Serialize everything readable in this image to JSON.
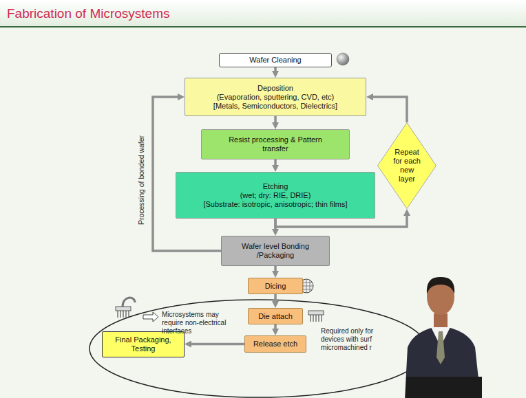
{
  "diagram": {
    "title": "Fabrication of Microsystems",
    "nodes": [
      {
        "text": [
          "Wafer Cleaning"
        ]
      },
      {
        "text": [
          "Deposition",
          "(Evaporation, sputtering, CVD, etc)",
          "[Metals, Semiconductors, Dielectrics]"
        ]
      },
      {
        "text": [
          "Resist processing & Pattern transfer"
        ]
      },
      {
        "text": [
          "Etching",
          "(wet; dry: RIE, DRIE)",
          "[Substrate: isotropic, anisotropic; thin films]"
        ]
      },
      {
        "text": [
          "Repeat for each new layer"
        ]
      },
      {
        "text": [
          "Wafer level Bonding /Packaging"
        ]
      },
      {
        "text": [
          "Dicing"
        ]
      },
      {
        "text": [
          "Die attach"
        ]
      },
      {
        "text": [
          "Release etch"
        ]
      },
      {
        "text": [
          "Final Packaging, Testing"
        ]
      }
    ],
    "edges": [
      {
        "from": 0,
        "to": 1,
        "arrow": "to"
      },
      {
        "from": 1,
        "to": 2,
        "arrow": "to"
      },
      {
        "from": 2,
        "to": 3,
        "arrow": "to"
      },
      {
        "from": 3,
        "to": 4,
        "arrow": "to"
      },
      {
        "from": 4,
        "to": 1,
        "arrow": "to"
      },
      {
        "from": 3,
        "to": 5,
        "arrow": "to"
      },
      {
        "from": 5,
        "to": 1,
        "arrow": "to"
      },
      {
        "from": 5,
        "to": 6,
        "arrow": "to"
      },
      {
        "from": 6,
        "to": 7,
        "arrow": "to"
      },
      {
        "from": 7,
        "to": 8,
        "arrow": "to"
      },
      {
        "from": 8,
        "to": 9,
        "arrow": "to"
      }
    ],
    "labels": [
      "Processing of bonded wafer",
      "Microsystems may require non-electrical interfaces",
      "Required only for devices with surf micromachined r"
    ]
  }
}
